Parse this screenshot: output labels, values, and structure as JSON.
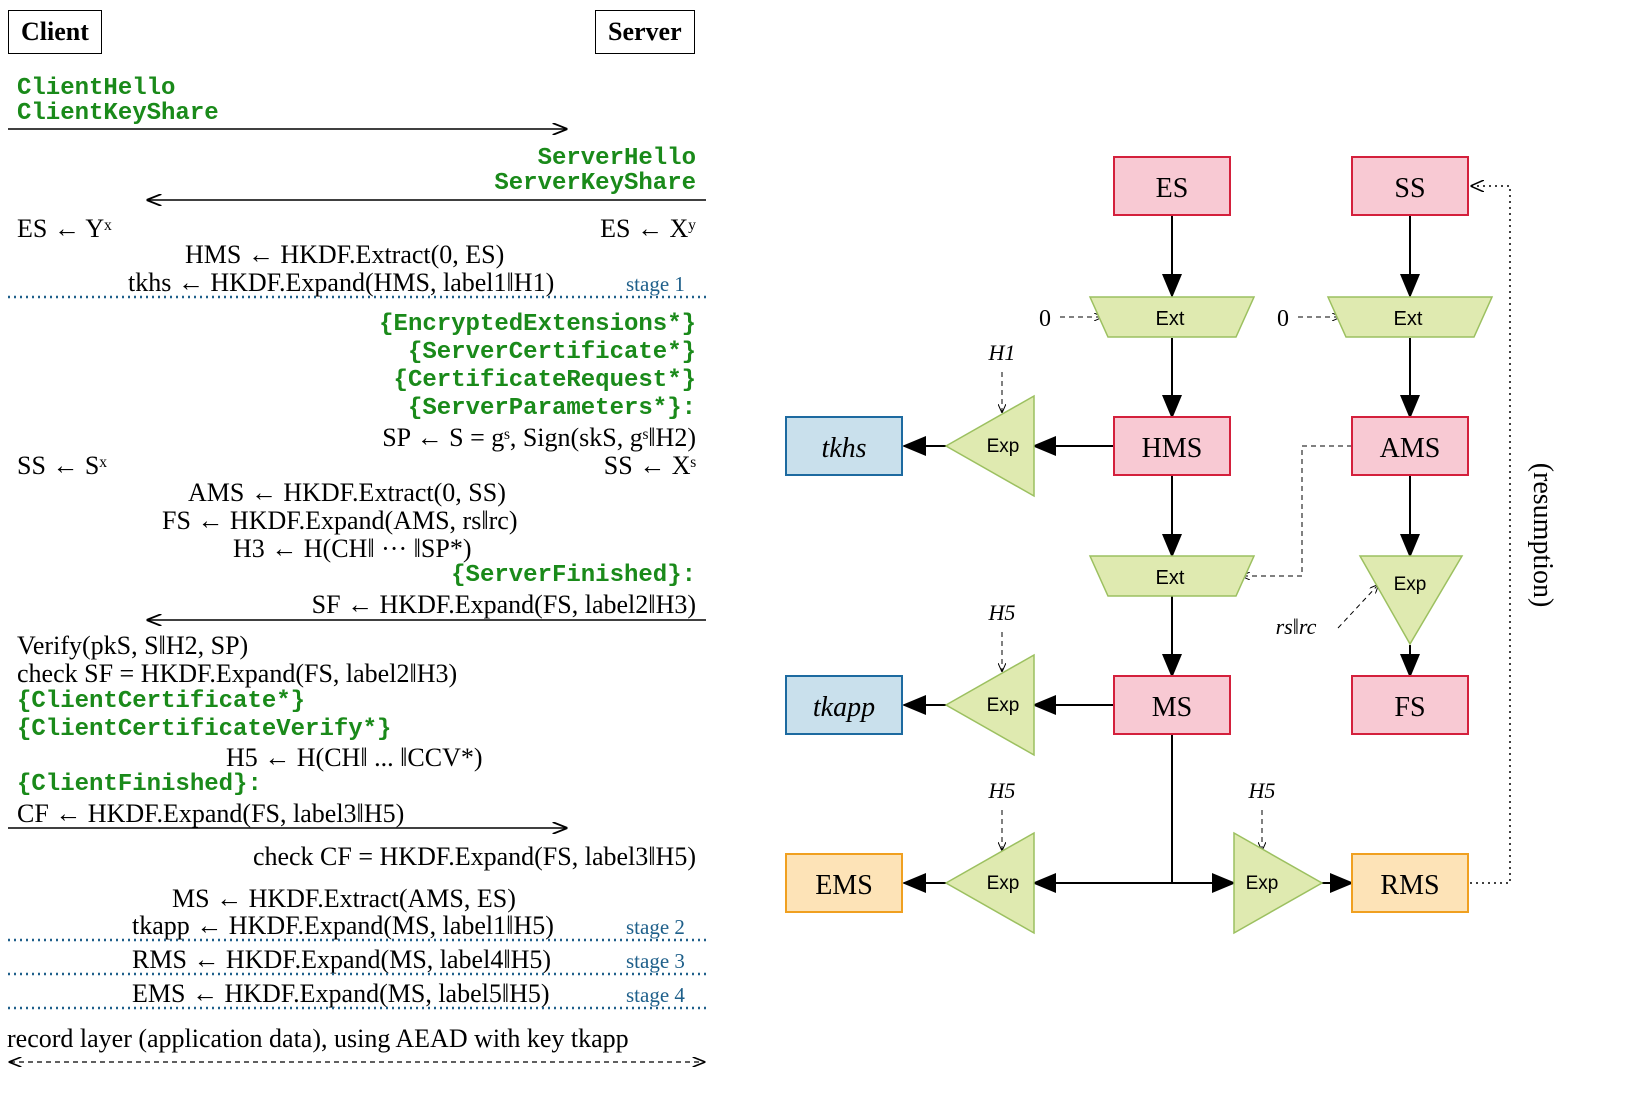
{
  "protocol": {
    "client_label": "Client",
    "server_label": "Server",
    "client_hello": "ClientHello",
    "client_key_share": "ClientKeyShare",
    "server_hello": "ServerHello",
    "server_key_share": "ServerKeyShare",
    "es_client": "ES ← Yˣ",
    "es_server": "ES ← Xʸ",
    "hms_line": "HMS ← HKDF.Extract(0, ES)",
    "tkhs_line": "tkhs ← HKDF.Expand(HMS, label1‖H1)",
    "stage1": "stage 1",
    "encrypted_extensions": "{EncryptedExtensions*}",
    "server_certificate": "{ServerCertificate*}",
    "certificate_request": "{CertificateRequest*}",
    "server_parameters": "{ServerParameters*}:",
    "sp_line": "SP ← S = gˢ, Sign(skS, gˢ‖H2)",
    "ss_client": "SS ← Sˣ",
    "ss_server": "SS ← Xˢ",
    "ams_line": "AMS ← HKDF.Extract(0, SS)",
    "fs_line": "FS ← HKDF.Expand(AMS, rs‖rc)",
    "h3_line": "H3 ← H(CH‖ ··· ‖SP*)",
    "server_finished": "{ServerFinished}:",
    "sf_line": "SF ← HKDF.Expand(FS, label2‖H3)",
    "verify_line": "Verify(pkS, S‖H2, SP)",
    "check_sf_line": "check SF = HKDF.Expand(FS, label2‖H3)",
    "client_certificate": "{ClientCertificate*}",
    "client_certificate_verify": "{ClientCertificateVerify*}",
    "h5_line": "H5 ← H(CH‖ ... ‖CCV*)",
    "client_finished": "{ClientFinished}:",
    "cf_line": "CF ← HKDF.Expand(FS, label3‖H5)",
    "check_cf_line": "check CF = HKDF.Expand(FS, label3‖H5)",
    "ms_line": "MS ← HKDF.Extract(AMS, ES)",
    "tkapp_line": "tkapp ← HKDF.Expand(MS, label1‖H5)",
    "stage2": "stage 2",
    "rms_line": "RMS ← HKDF.Expand(MS, label4‖H5)",
    "stage3": "stage 3",
    "ems_line": "EMS ← HKDF.Expand(MS, label5‖H5)",
    "stage4": "stage 4",
    "record_layer": "record layer (application data), using AEAD with key tkapp"
  },
  "key_schedule": {
    "es": "ES",
    "ss": "SS",
    "ext": "Ext",
    "exp": "Exp",
    "zero": "0",
    "hms": "HMS",
    "ams": "AMS",
    "ms": "MS",
    "fs": "FS",
    "ems": "EMS",
    "rms": "RMS",
    "tk_hs": "tkhs",
    "tk_app": "tkapp",
    "h1": "H1",
    "h5": "H5",
    "rs_rc": "rs‖rc",
    "resumption": "(resumption)"
  },
  "colors": {
    "secret_fill": "#f8c9d3",
    "secret_stroke": "#d4203c",
    "key_fill": "#c9e0ec",
    "key_stroke": "#1d6aa0",
    "exported_fill": "#fde3b7",
    "exported_stroke": "#f0a020",
    "func_fill": "#dfeab0",
    "func_stroke": "#9cc060",
    "message_green": "#1a8a1a",
    "stage_blue": "#1e5f8a"
  }
}
